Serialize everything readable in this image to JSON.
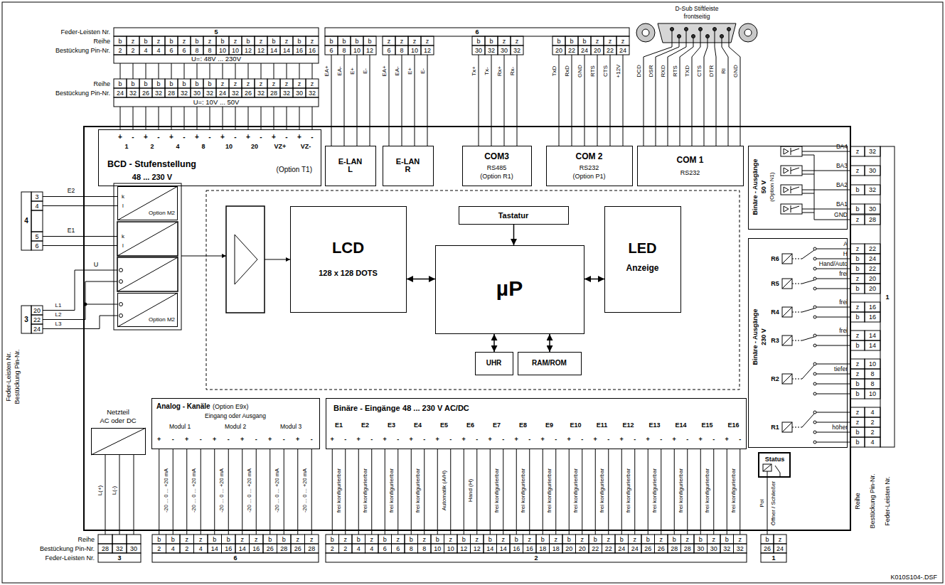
{
  "diagram": {
    "nodes": [
      {
        "text": [
          "BCD - Stufenstellung",
          "48 ... 230 V",
          "(Option T1)"
        ]
      },
      {
        "text": [
          "E-LAN L"
        ]
      },
      {
        "text": [
          "E-LAN R"
        ]
      },
      {
        "text": [
          "COM3",
          "RS485",
          "(Option R1)"
        ]
      },
      {
        "text": [
          "COM 2",
          "RS232",
          "(Option P1)"
        ]
      },
      {
        "text": [
          "COM 1",
          "RS232"
        ]
      },
      {
        "text": [
          "Binäre - Ausgänge",
          "50 V",
          "(Option N1)"
        ]
      },
      {
        "text": [
          "Option M2"
        ]
      },
      {
        "text": [
          "LCD",
          "128 x 128 DOTS"
        ]
      },
      {
        "text": [
          "Tastatur"
        ]
      },
      {
        "text": [
          "µP"
        ]
      },
      {
        "text": [
          "LED",
          "Anzeige"
        ]
      },
      {
        "text": [
          "Binäre - Ausgänge",
          "230 V"
        ]
      },
      {
        "text": [
          "Option M2"
        ]
      },
      {
        "text": [
          "UHR"
        ]
      },
      {
        "text": [
          "RAM/ROM"
        ]
      },
      {
        "text": [
          "Netzteil",
          "AC oder DC"
        ]
      },
      {
        "text": [
          "Analog - Kanäle",
          "(Option E9x)",
          "Eingang oder Ausgang"
        ]
      },
      {
        "text": [
          "Binäre - Eingänge",
          "48 ... 230 V AC/DC"
        ]
      },
      {
        "text": [
          "Status"
        ]
      }
    ],
    "edges": [
      {
        "from": 8,
        "to": 10,
        "arrow": "both"
      },
      {
        "from": 9,
        "to": 10,
        "arrow": "to"
      },
      {
        "from": 10,
        "to": 11,
        "arrow": "both"
      },
      {
        "from": 10,
        "to": 14,
        "arrow": "both"
      },
      {
        "from": 10,
        "to": 15,
        "arrow": "both"
      }
    ],
    "labels": [
      "Feder-Leisten Nr.",
      "Reihe",
      "Bestückung Pin-Nr.",
      "Reihe",
      "Bestückung Pin-Nr.",
      "5",
      "b",
      "z",
      "b",
      "z",
      "b",
      "z",
      "b",
      "z",
      "b",
      "z",
      "b",
      "z",
      "b",
      "z",
      "b",
      "z",
      "2",
      "2",
      "4",
      "4",
      "6",
      "6",
      "8",
      "8",
      "10",
      "10",
      "12",
      "12",
      "14",
      "14",
      "16",
      "16",
      "U=: 48V ... 230V",
      "b",
      "b",
      "b",
      "b",
      "b",
      "b",
      "b",
      "b",
      "z",
      "z",
      "z",
      "z",
      "z",
      "z",
      "z",
      "z",
      "24",
      "32",
      "26",
      "32",
      "28",
      "32",
      "30",
      "32",
      "24",
      "32",
      "26",
      "32",
      "28",
      "32",
      "30",
      "32",
      "U=: 10V ... 50V",
      "6",
      "b",
      "b",
      "b",
      "b",
      "z",
      "z",
      "z",
      "z",
      "b",
      "b",
      "z",
      "z",
      "b",
      "b",
      "b",
      "z",
      "z",
      "z",
      "6",
      "8",
      "10",
      "12",
      "6",
      "8",
      "10",
      "12",
      "30",
      "32",
      "30",
      "32",
      "20",
      "22",
      "24",
      "20",
      "22",
      "24",
      "EA+",
      "EA-",
      "E+",
      "E-",
      "EA+",
      "EA-",
      "E+",
      "E-",
      "Tx+",
      "Tx-",
      "Rx+",
      "Rx-",
      "TxD",
      "RxD",
      "GND",
      "RTS",
      "CTS",
      "+12V",
      "D-Sub Stiftleiste",
      "frontseitig",
      "DCD",
      "DSR",
      "RXD",
      "RTS",
      "TXD",
      "CTS",
      "DTR",
      "RI",
      "GND",
      "+",
      "-",
      "+",
      "-",
      "+",
      "-",
      "+",
      "-",
      "+",
      "-",
      "+",
      "-",
      "+",
      "-",
      "+",
      "-",
      "1",
      "2",
      "4",
      "8",
      "10",
      "20",
      "VZ+",
      "VZ-",
      "4",
      "3",
      "4",
      "5",
      "6",
      "E2",
      "E1",
      "k",
      "l",
      "k",
      "l",
      "3",
      "20",
      "22",
      "24",
      "U",
      "L1",
      "L2",
      "L3",
      "Feder-Leisten Nr.",
      "Bestückung Pin-Nr.",
      "BA4",
      "BA3",
      "BA2",
      "BA1",
      "GND",
      "A",
      "H",
      "Hand/Auto",
      "frei",
      "frei",
      "frei",
      "tiefer",
      "höher",
      "R6",
      "R5",
      "R4",
      "R3",
      "R2",
      "R1",
      "z",
      "z",
      "b",
      "b",
      "z",
      "z",
      "b",
      "b",
      "z",
      "b",
      "z",
      "b",
      "z",
      "b",
      "z",
      "z",
      "b",
      "b",
      "z",
      "z",
      "b",
      "b",
      "32",
      "30",
      "32",
      "30",
      "28",
      "22",
      "24",
      "22",
      "20",
      "20",
      "16",
      "16",
      "14",
      "14",
      "10",
      "8",
      "8",
      "10",
      "4",
      "2",
      "2",
      "4",
      "1",
      "Reihe",
      "Bestückung Pin-Nr.",
      "Feder-Leisten Nr.",
      "Reihe",
      "Bestückung Pin-Nr.",
      "Feder-Leisten Nr.",
      "L(+)",
      "L(-)",
      "28",
      "32",
      "30",
      "3",
      "Modul 1",
      "Modul 2",
      "Modul 3",
      "+",
      "-",
      "+",
      "-",
      "+",
      "-",
      "+",
      "-",
      "+",
      "-",
      "+",
      "-",
      "-20 ... 0 ... +20 mA",
      "-20 ... 0 ... +20 mA",
      "-20 ... 0 ... +20 mA",
      "-20 ... 0 ... +20 mA",
      "-20 ... 0 ... +20 mA",
      "-20 ... 0 ... +20 mA",
      "b",
      "b",
      "z",
      "z",
      "b",
      "b",
      "z",
      "z",
      "b",
      "b",
      "z",
      "z",
      "2",
      "4",
      "2",
      "4",
      "14",
      "16",
      "14",
      "16",
      "26",
      "28",
      "26",
      "28",
      "6",
      "E1",
      "E2",
      "E3",
      "E4",
      "E5",
      "E6",
      "E7",
      "E8",
      "E9",
      "E10",
      "E11",
      "E12",
      "E13",
      "E14",
      "E15",
      "E16",
      "+",
      "-",
      "+",
      "-",
      "+",
      "-",
      "+",
      "-",
      "+",
      "-",
      "+",
      "-",
      "+",
      "-",
      "+",
      "-",
      "+",
      "-",
      "+",
      "-",
      "+",
      "-",
      "+",
      "-",
      "+",
      "-",
      "+",
      "-",
      "+",
      "-",
      "+",
      "-",
      "frei konfigurierbar",
      "frei konfigurierbar",
      "frei konfigurierbar",
      "frei konfigurierbar",
      "Automatik (A/H)",
      "Hand (H)",
      "frei konfigurierbar",
      "frei konfigurierbar",
      "frei konfigurierbar",
      "frei konfigurierbar",
      "frei konfigurierbar",
      "frei konfigurierbar",
      "frei konfigurierbar",
      "frei konfigurierbar",
      "frei konfigurierbar",
      "frei konfigurierbar",
      "b",
      "z",
      "b",
      "z",
      "b",
      "z",
      "b",
      "z",
      "b",
      "z",
      "b",
      "z",
      "b",
      "z",
      "b",
      "z",
      "b",
      "z",
      "b",
      "z",
      "b",
      "z",
      "b",
      "z",
      "b",
      "z",
      "b",
      "z",
      "b",
      "z",
      "b",
      "z",
      "2",
      "2",
      "4",
      "4",
      "6",
      "6",
      "8",
      "8",
      "10",
      "10",
      "12",
      "12",
      "14",
      "14",
      "16",
      "16",
      "18",
      "18",
      "20",
      "20",
      "22",
      "22",
      "24",
      "24",
      "26",
      "26",
      "28",
      "28",
      "30",
      "30",
      "32",
      "32",
      "2",
      "Pol",
      "Öffner / Schließer",
      "b",
      "z",
      "26",
      "24",
      "1",
      "K010S104-.DSF"
    ]
  }
}
